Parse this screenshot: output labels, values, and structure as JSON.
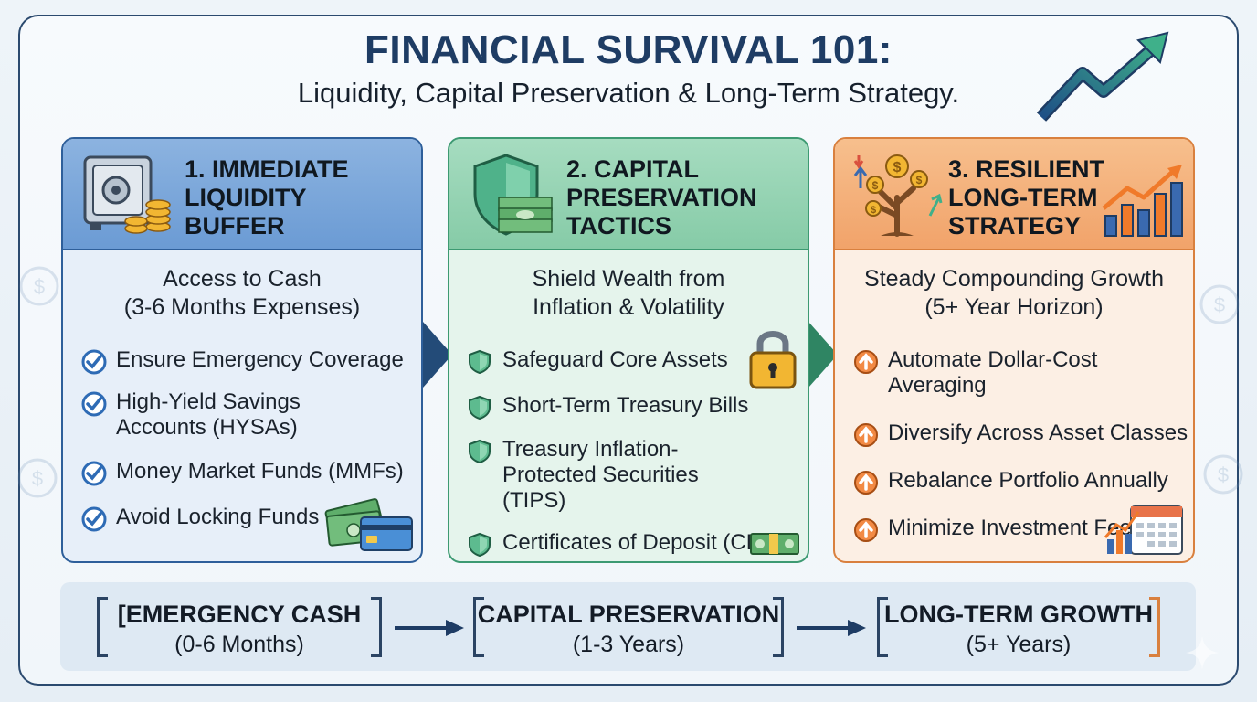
{
  "header": {
    "title": "FINANCIAL SURVIVAL 101:",
    "subtitle": "Liquidity, Capital Preservation & Long-Term Strategy."
  },
  "colors": {
    "navy": "#1e3c64",
    "blue_card": "#6b9bd4",
    "green_card": "#86cba7",
    "orange_card": "#f1a36a"
  },
  "cards": [
    {
      "title": "1. IMMEDIATE\nLIQUIDITY\nBUFFER",
      "icon": "safe-with-coins-icon",
      "description": [
        "Access to Cash",
        "(3-6 Months Expenses)"
      ],
      "bullet_icon": "checkmark-icon",
      "items": [
        "Ensure Emergency Coverage",
        "High-Yield Savings Accounts (HYSAs)",
        "Money Market Funds (MMFs)",
        "Avoid Locking Funds"
      ],
      "corner_icon": "cash-and-card-icon"
    },
    {
      "title": "2. CAPITAL\nPRESERVATION\nTACTICS",
      "icon": "shield-with-cash-icon",
      "description": [
        "Shield Wealth from",
        "Inflation & Volatility"
      ],
      "bullet_icon": "shield-icon",
      "items": [
        "Safeguard Core Assets",
        "Short-Term Treasury Bills",
        "Treasury Inflation-Protected Securities (TIPS)",
        "Certificates of Deposit (CDs)"
      ],
      "corner_icon": "padlock-icon"
    },
    {
      "title": "3. RESILIENT\nLONG-TERM\nSTRATEGY",
      "icon": "money-tree-icon",
      "description": [
        "Steady Compounding Growth",
        "(5+ Year Horizon)"
      ],
      "bullet_icon": "up-arrow-circle-icon",
      "items": [
        "Automate Dollar-Cost Averaging",
        "Diversify Across Asset Classes",
        "Rebalance Portfolio Annually",
        "Minimize Investment Fees"
      ],
      "corner_icon": "calendar-chart-icon"
    }
  ],
  "timeline": [
    {
      "name": "[EMERGENCY CASH",
      "range": "(0-6 Months)"
    },
    {
      "name": "CAPITAL PRESERVATION",
      "range": "(1-3 Years)"
    },
    {
      "name": "LONG-TERM GROWTH",
      "range": "(5+ Years)"
    }
  ]
}
